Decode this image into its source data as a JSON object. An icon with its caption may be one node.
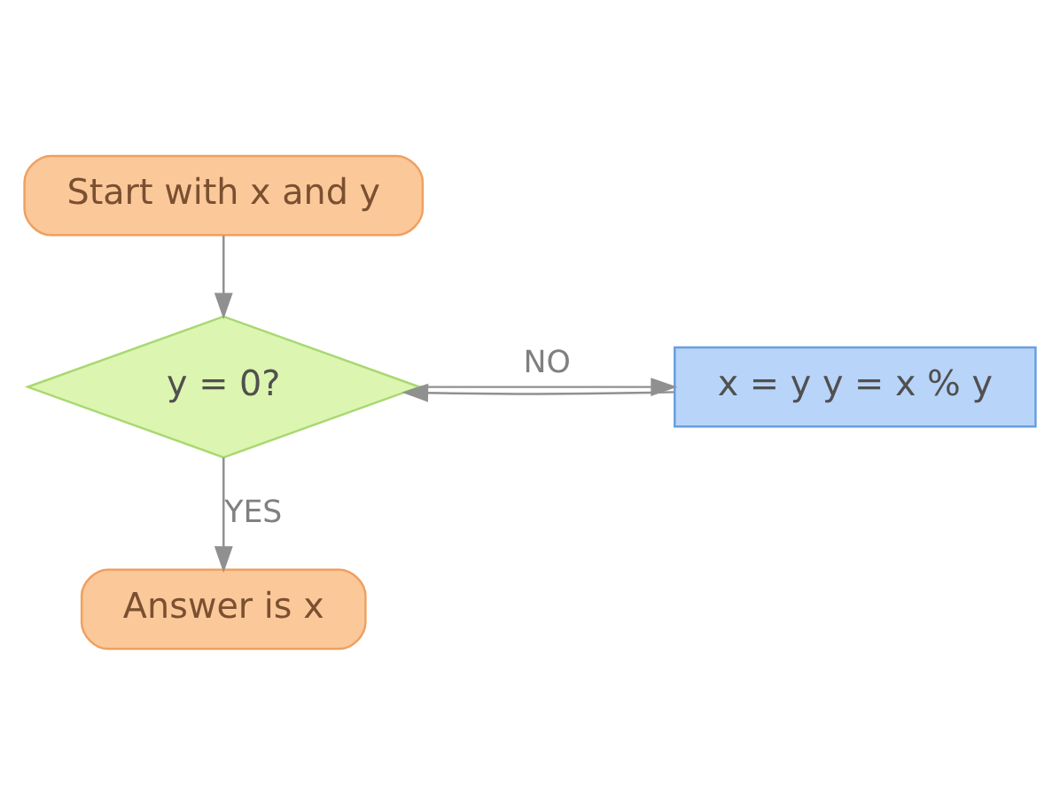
{
  "diagram": {
    "nodes": [
      {
        "text": [
          "Start with x and y"
        ]
      },
      {
        "text": [
          "y = 0?"
        ]
      },
      {
        "text": [
          "x = y y = x % y"
        ]
      },
      {
        "text": [
          "Answer is x"
        ]
      }
    ],
    "edges": [
      {
        "from": 0,
        "to": 1,
        "arrow": "to"
      },
      {
        "from": 1,
        "to": 2,
        "arrow": "to",
        "label": "NO"
      },
      {
        "from": 2,
        "to": 1,
        "arrow": "to"
      },
      {
        "from": 1,
        "to": 3,
        "arrow": "to",
        "label": "YES"
      }
    ]
  }
}
